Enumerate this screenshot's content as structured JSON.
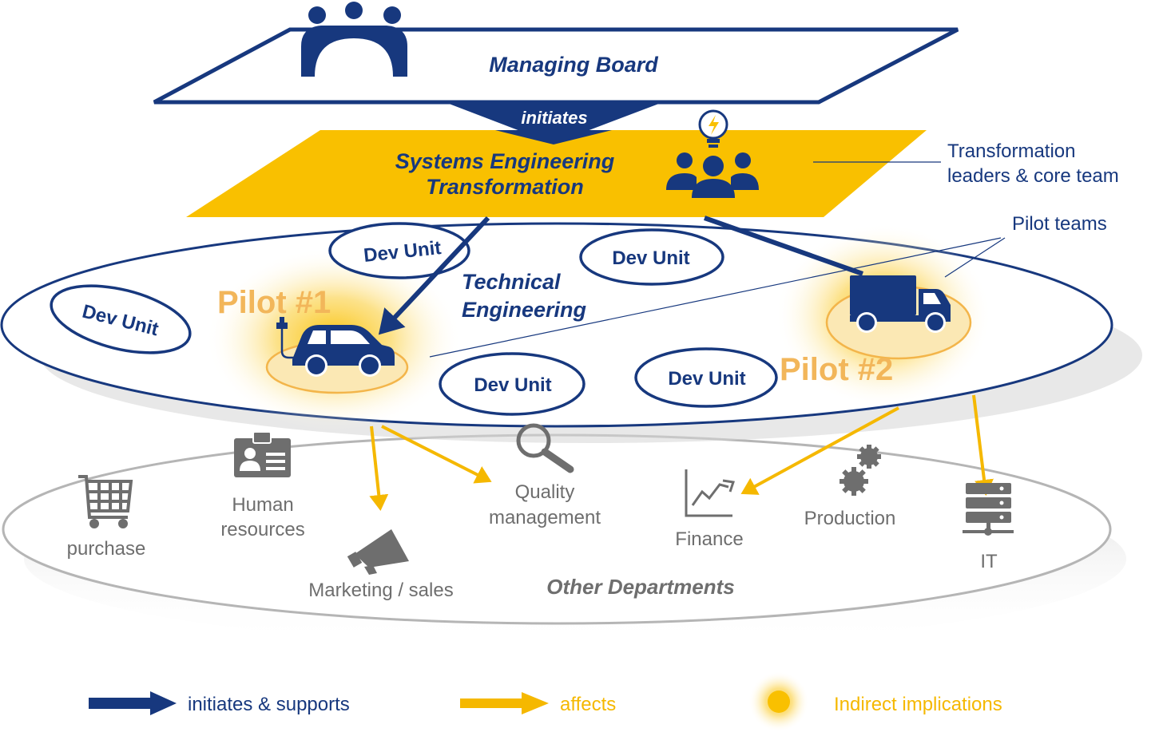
{
  "board": {
    "title": "Managing Board",
    "initiates_label": "initiates"
  },
  "transformation": {
    "line1": "Systems Engineering",
    "line2": "Transformation"
  },
  "side_labels": {
    "leaders_line1": "Transformation",
    "leaders_line2": "leaders & core team",
    "pilot_teams": "Pilot teams"
  },
  "technical": {
    "line1": "Technical",
    "line2": "Engineering",
    "dev_units": [
      "Dev Unit",
      "Dev Unit",
      "Dev Unit",
      "Dev Unit",
      "Dev Unit"
    ]
  },
  "pilots": {
    "pilot1": "Pilot #1",
    "pilot2": "Pilot #2"
  },
  "departments": {
    "purchase": "purchase",
    "hr_line1": "Human",
    "hr_line2": "resources",
    "marketing": "Marketing / sales",
    "quality_line1": "Quality",
    "quality_line2": "management",
    "finance": "Finance",
    "production": "Production",
    "it": "IT",
    "title": "Other Departments"
  },
  "legend": {
    "initiates": "initiates & supports",
    "affects": "affects",
    "indirect": "Indirect implications"
  },
  "colors": {
    "navy": "#17387e",
    "yellow": "#f9c000",
    "gray": "#6e6e6e",
    "pilot_text": "#f2b65a"
  }
}
